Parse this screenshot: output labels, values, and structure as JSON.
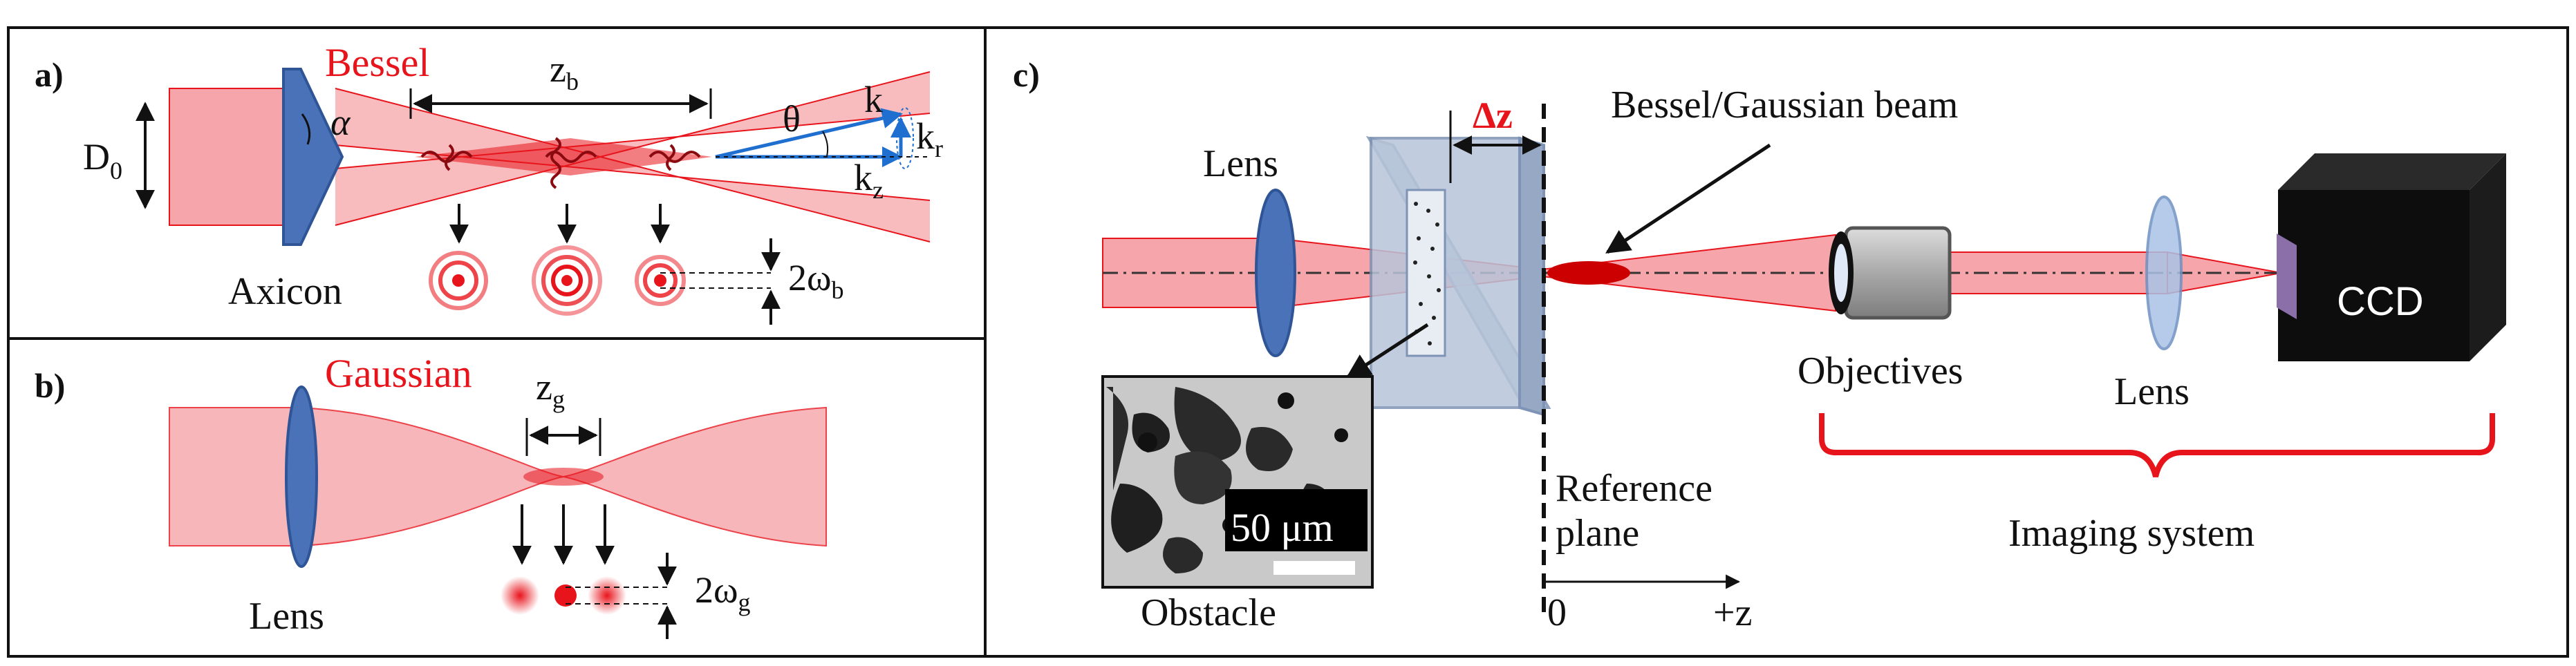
{
  "panels": {
    "a": {
      "label": "a)",
      "beam_name": "Bessel",
      "element": "Axicon",
      "aperture_symbol": "D",
      "aperture_sub": "0",
      "alpha": "α",
      "length_symbol": "z",
      "length_sub": "b",
      "theta": "θ",
      "k": "k",
      "kr_symbol": "k",
      "kr_sub": "r",
      "kz_symbol": "k",
      "kz_sub": "z",
      "spot_prefix": "2ω",
      "spot_sub": "b"
    },
    "b": {
      "label": "b)",
      "beam_name": "Gaussian",
      "element": "Lens",
      "length_symbol": "z",
      "length_sub": "g",
      "spot_prefix": "2ω",
      "spot_sub": "g"
    },
    "c": {
      "label": "c)",
      "lens": "Lens",
      "delta_z": "Δz",
      "beam": "Bessel/Gaussian beam",
      "objectives": "Objectives",
      "lens2": "Lens",
      "ccd": "CCD",
      "obstacle": "Obstacle",
      "scale_bar": "50 μm",
      "reference_line1": "Reference",
      "reference_line2": "plane",
      "zero": "0",
      "plus_z": "+z",
      "imaging_system": "Imaging system"
    }
  },
  "colors": {
    "beam_fill": "#f6a5aa",
    "beam_edge": "#e8141c",
    "optic_blue": "#4a72b8",
    "optic_dark": "#2f5597",
    "arrow_blue": "#1f6fd1",
    "ccd_black": "#0d0d0d"
  }
}
